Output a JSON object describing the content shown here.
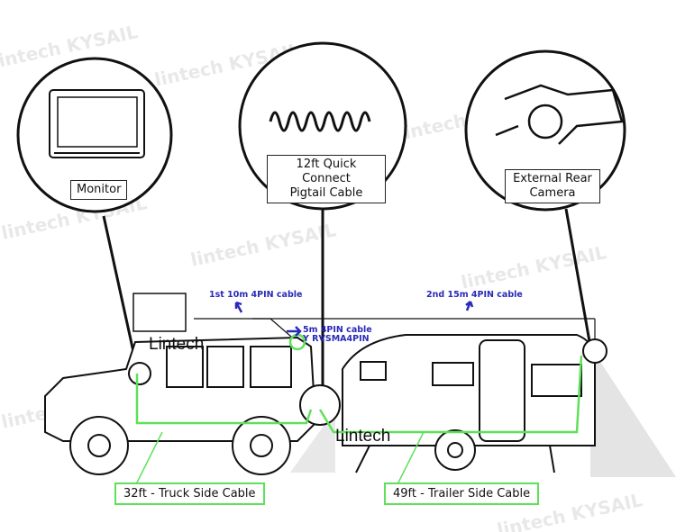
{
  "callouts": {
    "monitor": "Monitor",
    "pigtail_line1": "12ft Quick Connect",
    "pigtail_line2": "Pigtail Cable",
    "camera_line1": "External Rear",
    "camera_line2": "Camera"
  },
  "cable_labels": {
    "first": "1st 10m 4PIN cable",
    "second": "2nd 15m 4PIN cable",
    "y_line1": "5m 4PIN cable",
    "y_line2": "Y RVSMA4PIN"
  },
  "bottom_labels": {
    "truck": "32ft - Truck Side Cable",
    "trailer": "49ft - Trailer Side Cable"
  },
  "brand": {
    "truck": "Lintech",
    "trailer": "Lintech",
    "watermark": "lintech KYSAIL"
  },
  "colors": {
    "green": "#5fe05a",
    "blue": "#2a2ab8"
  }
}
